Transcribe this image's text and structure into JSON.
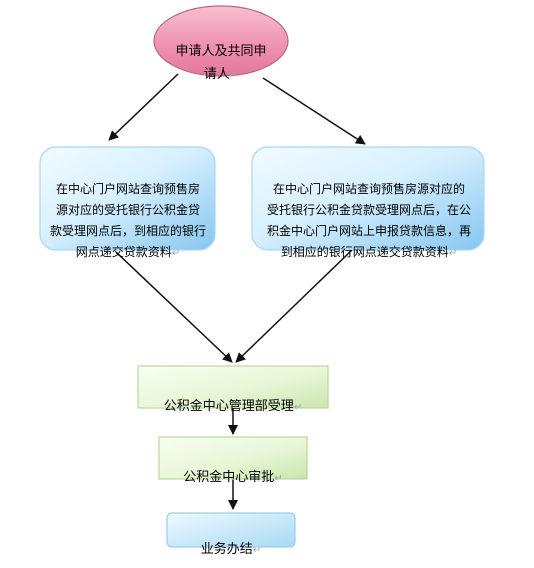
{
  "nodes": {
    "applicant": {
      "text": "申请人及共同申\n请人",
      "mark": "↵"
    },
    "left_branch": {
      "text": "在中心门户网站查询预售房\n源对应的受托银行公积金贷\n款受理网点后，到相应的银行\n网点递交贷款资料",
      "mark": "↵"
    },
    "right_branch": {
      "text": "在中心门户网站查询预售房源对应的\n受托银行公积金贷款受理网点后，在公\n积金中心门户网站上申报贷款信息，再\n到相应的银行网点递交贷款资料",
      "mark": "↵"
    },
    "acceptance": {
      "text": "公积金中心管理部受理",
      "mark": "↵"
    },
    "approval": {
      "text": "公积金中心审批",
      "mark": "↵"
    },
    "completion": {
      "text": "业务办结",
      "mark": "↵"
    }
  }
}
